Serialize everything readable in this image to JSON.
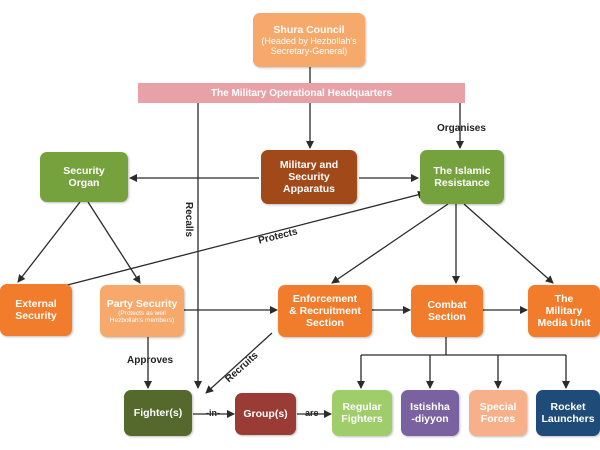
{
  "nodes": {
    "shura": {
      "title": "Shura Council",
      "sub": "(Headed by Hezbollah's Secretary-General)",
      "color": "#f7a86b"
    },
    "headquarters": {
      "title": "The Military Operational Headquarters",
      "color": "#e9a1a8"
    },
    "security_organ": {
      "line1": "Security",
      "line2": "Organ",
      "color": "#76a23e"
    },
    "military_apparatus": {
      "line1": "Military and",
      "line2": "Security",
      "line3": "Apparatus",
      "color": "#a2491a"
    },
    "islamic_resistance": {
      "line1": "The Islamic",
      "line2": "Resistance",
      "color": "#76a23e"
    },
    "external_security": {
      "line1": "External",
      "line2": "Security",
      "color": "#f07c2c"
    },
    "party_security": {
      "title": "Party Security",
      "sub": "(Protects as well Hezbollah's members)",
      "color": "#f7a86b"
    },
    "enforcement": {
      "line1": "Enforcement",
      "line2": "& Recruitment",
      "line3": "Section",
      "color": "#f07c2c"
    },
    "combat": {
      "line1": "Combat",
      "line2": "Section",
      "color": "#f07c2c"
    },
    "media": {
      "line1": "The",
      "line2": "Military",
      "line3": "Media Unit",
      "color": "#f07c2c"
    },
    "fighters": {
      "title": "Fighter(s)",
      "color": "#55692c"
    },
    "groups": {
      "title": "Group(s)",
      "color": "#9b3b36"
    },
    "regular": {
      "line1": "Regular",
      "line2": "Fighters",
      "color": "#9ecd6a"
    },
    "istishha": {
      "line1": "Istishha",
      "line2": "-diyyon",
      "color": "#7a62a1"
    },
    "special": {
      "line1": "Special",
      "line2": "Forces",
      "color": "#f7b089"
    },
    "rocket": {
      "line1": "Rocket",
      "line2": "Launchers",
      "color": "#1e4b78"
    }
  },
  "edge_labels": {
    "organises": "Organises",
    "protects": "Protects",
    "recalls": "Recalls",
    "approves": "Approves",
    "recruits": "Recruits",
    "in": "-in-",
    "are": "are"
  }
}
